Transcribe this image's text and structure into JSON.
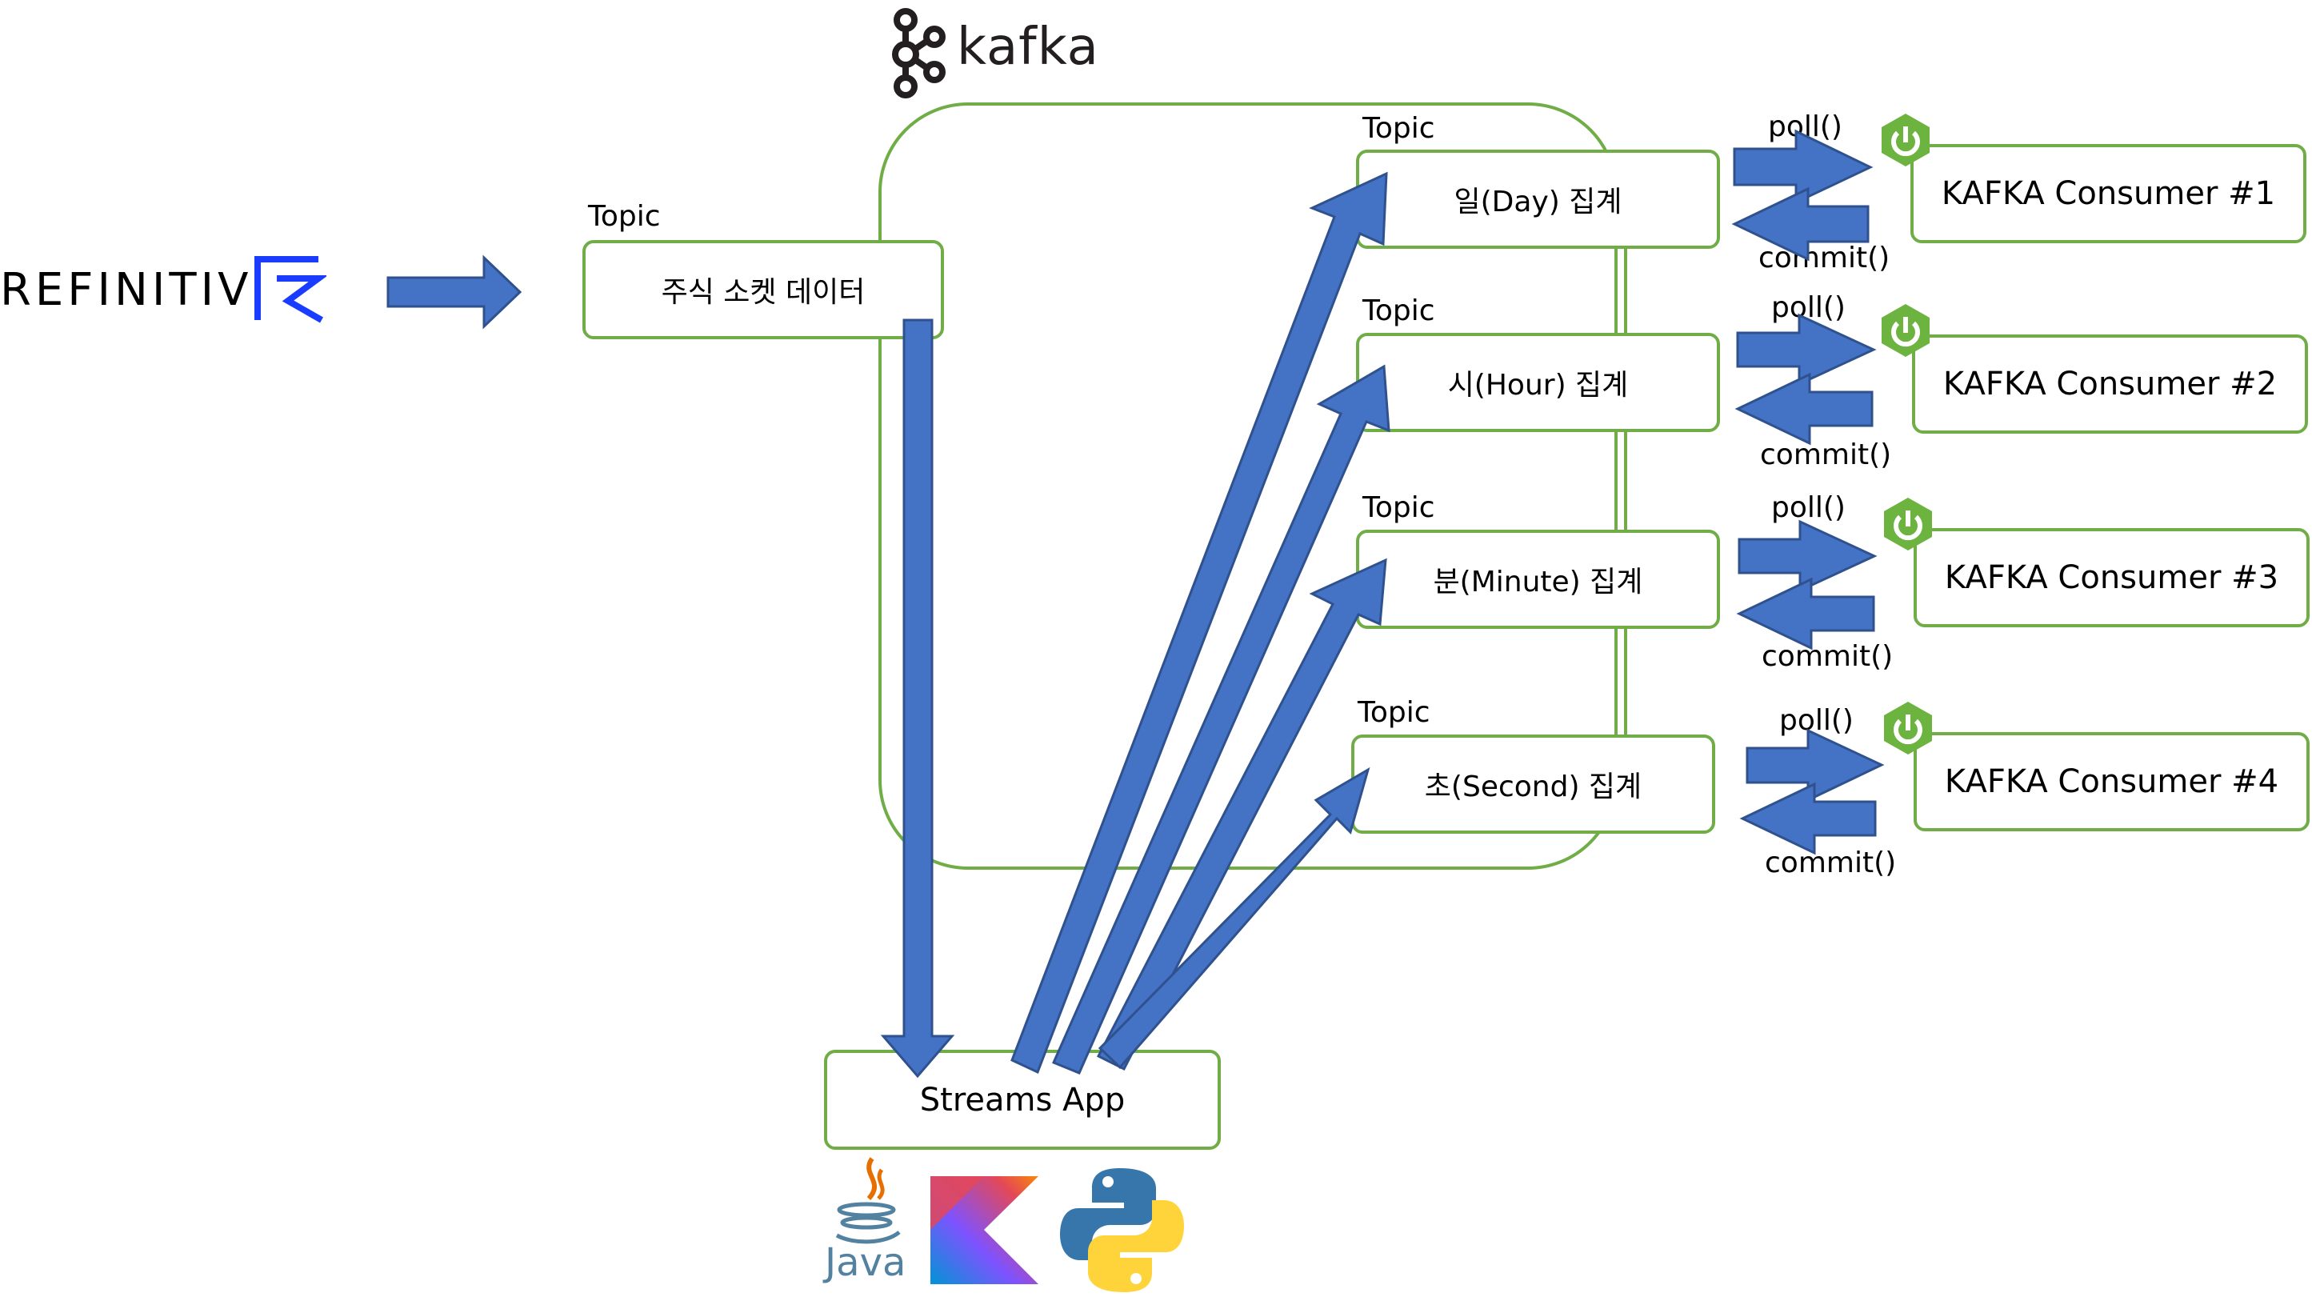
{
  "brand": {
    "kafka_label": "kafka",
    "refinitiv_label": "REFINITIV",
    "java_label": "Java"
  },
  "source_topic": {
    "tag": "Topic",
    "label": "주식 소켓 데이터"
  },
  "agg_topics": [
    {
      "tag": "Topic",
      "label": "일(Day) 집계"
    },
    {
      "tag": "Topic",
      "label": "시(Hour) 집계"
    },
    {
      "tag": "Topic",
      "label": "분(Minute) 집계"
    },
    {
      "tag": "Topic",
      "label": "초(Second) 집계"
    }
  ],
  "consumers": [
    {
      "label": "KAFKA Consumer #1",
      "poll": "poll()",
      "commit": "commit()"
    },
    {
      "label": "KAFKA Consumer #2",
      "poll": "poll()",
      "commit": "commit()"
    },
    {
      "label": "KAFKA Consumer #3",
      "poll": "poll()",
      "commit": "commit()"
    },
    {
      "label": "KAFKA Consumer #4",
      "poll": "poll()",
      "commit": "commit()"
    }
  ],
  "streams_app": {
    "label": "Streams App"
  },
  "colors": {
    "box_border": "#70ad47",
    "arrow_fill": "#4472c4",
    "arrow_stroke": "#2f528f",
    "refinitiv_blue": "#1a3cff",
    "spring_green": "#6db33f"
  },
  "icons": [
    "kafka-logo-icon",
    "refinitiv-logo-icon",
    "spring-icon",
    "java-icon",
    "kotlin-icon",
    "python-icon"
  ]
}
